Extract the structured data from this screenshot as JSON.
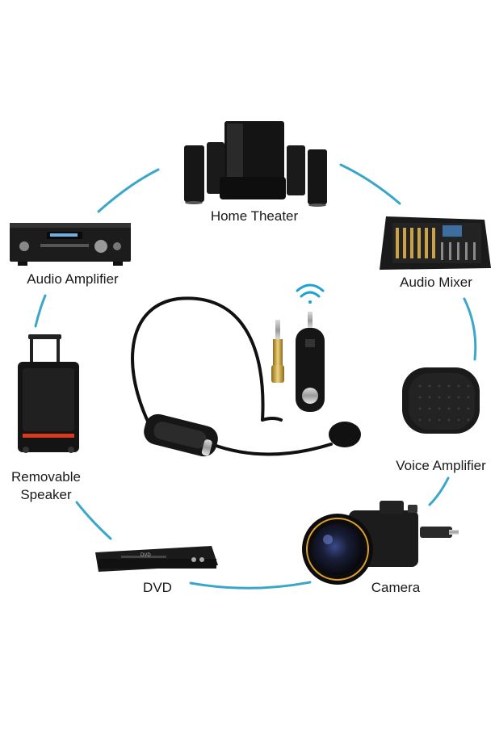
{
  "devices": {
    "home_theater": "Home Theater",
    "audio_amplifier": "Audio Amplifier",
    "audio_mixer": "Audio Mixer",
    "voice_amplifier": "Voice Amplifier",
    "removable_speaker_line1": "Removable",
    "removable_speaker_line2": "Speaker",
    "dvd": "DVD",
    "camera": "Camera"
  },
  "colors": {
    "connector": "#3aa7c9",
    "device_dark": "#1b1b1b",
    "wifi": "#1fa2d8"
  },
  "dvd_logo": "DVD"
}
